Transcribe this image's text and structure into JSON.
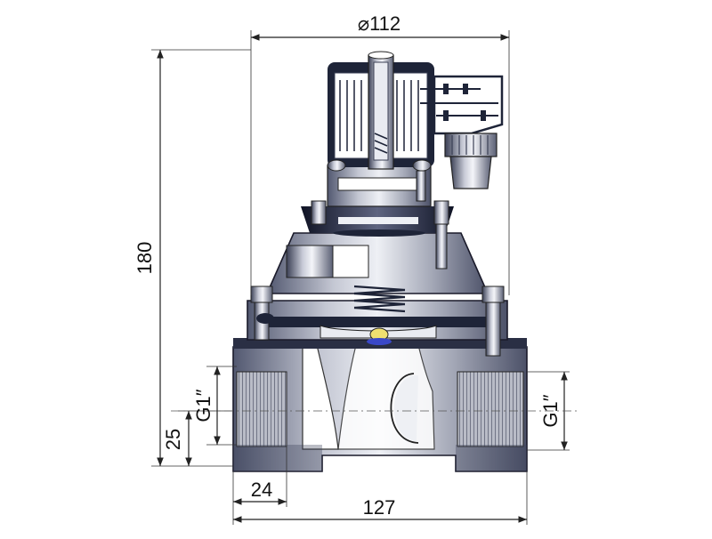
{
  "dimensions": {
    "top_diameter": "⌀112",
    "height": "180",
    "bottom_offset": "25",
    "port_left": "G1″",
    "port_right": "G1″",
    "thread_length": "24",
    "overall_length": "127"
  },
  "colors": {
    "metal_dark": "#1e2438",
    "metal_mid": "#7c8196",
    "metal_light": "#c9ccd8",
    "highlight": "#ffffff",
    "thread": "#9a9ea9",
    "line": "#222222",
    "accent_blue": "#3a48c8",
    "accent_yellow": "#f0e070"
  },
  "icons": [
    "solenoid-valve-drawing",
    "coil-icon",
    "spring-icon",
    "cable-gland-icon",
    "nut-icon"
  ]
}
